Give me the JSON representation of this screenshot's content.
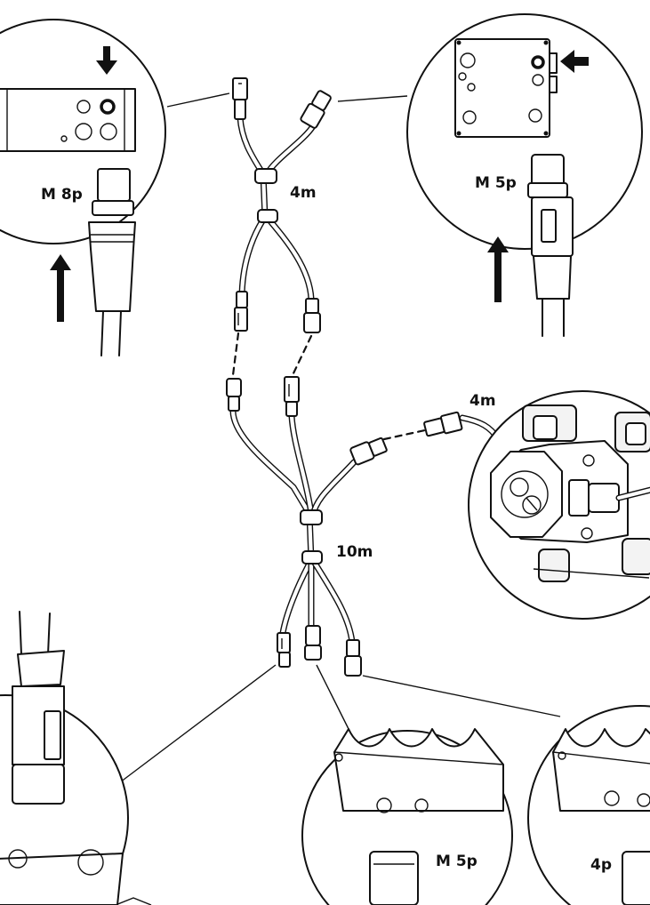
{
  "labels": {
    "top_cable_length": "4m",
    "side_cable_length": "4m",
    "main_cable_length": "10m",
    "top_left_connector": "M 8p",
    "top_right_connector": "M 5p",
    "bottom_middle_connector": "M 5p",
    "bottom_right_connector": "4p"
  },
  "colors": {
    "line": "#111111",
    "background": "#ffffff"
  }
}
